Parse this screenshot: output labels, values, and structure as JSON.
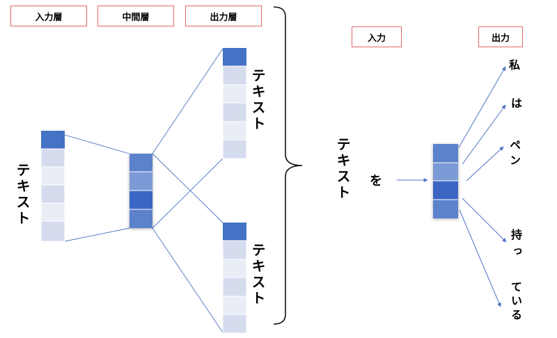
{
  "colors": {
    "box_border": "#e06666",
    "line": "#4a72c4",
    "cell_dark": "#4472c4",
    "cell_light": "#d5dcee",
    "cell_lighter": "#e9edf6",
    "cell_mid": "#7b9bd6"
  },
  "labels": {
    "input_layer": "入力層",
    "middle_layer": "中間層",
    "output_layer": "出力層",
    "input": "入力",
    "output": "出力"
  },
  "texts": {
    "left_text": "テキスト",
    "out_top_text": "テキスト",
    "out_bottom_text": "テキスト",
    "right_input_text": "テキスト",
    "right_input_wo": "を"
  },
  "output_words": [
    "私",
    "は",
    "ペン",
    "持っ",
    "ている"
  ]
}
